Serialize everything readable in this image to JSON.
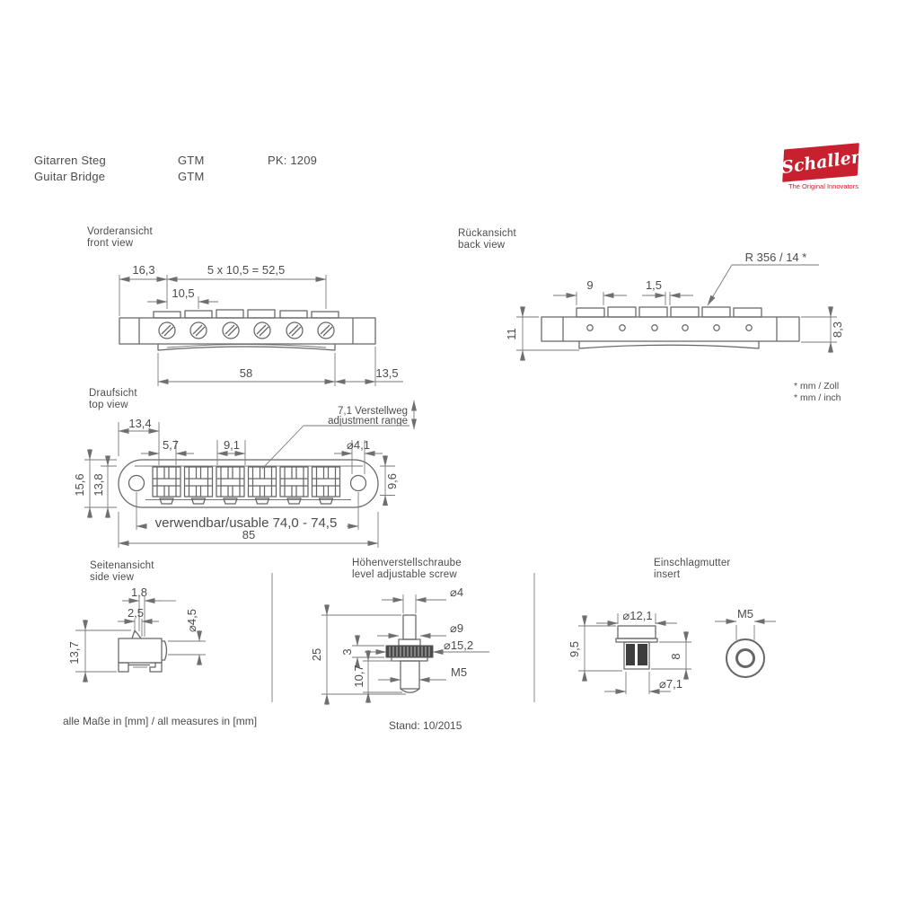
{
  "header": {
    "title_de": "Gitarren Steg",
    "title_en": "Guitar Bridge",
    "model_de": "GTM",
    "model_en": "GTM",
    "pk": "PK: 1209"
  },
  "logo": {
    "brand": "Schaller",
    "tagline": "The Original Innovators",
    "brand_red": "#c8202f"
  },
  "front": {
    "label_de": "Vorderansicht",
    "label_en": "front view",
    "dim_offset": "16,3",
    "dim_pitch_total": "5 x 10,5 = 52,5",
    "dim_pitch": "10,5",
    "dim_base": "58",
    "dim_tail": "13,5"
  },
  "back": {
    "label_de": "Rückansicht",
    "label_en": "back view",
    "dim_saddle": "9",
    "dim_gap": "1,5",
    "dim_radius": "R 356 / 14 *",
    "dim_height_left": "11",
    "dim_height_right": "8,3",
    "footnote_de": "* mm / Zoll",
    "footnote_en": "* mm / inch"
  },
  "top": {
    "label_de": "Draufsicht",
    "label_en": "top view",
    "dim_end": "13,4",
    "dim_screw": "5,7",
    "dim_saddle_w": "9,1",
    "dim_hole": "⌀4,1",
    "dim_width_outer": "15,6",
    "dim_width_inner": "13,8",
    "dim_width_right": "9,6",
    "dim_usable": "verwendbar/usable 74,0 - 74,5",
    "dim_length": "85",
    "adjust_de": "7,1 Verstellweg",
    "adjust_en": "adjustment range"
  },
  "side": {
    "label_de": "Seitenansicht",
    "label_en": "side view",
    "dim_18": "1,8",
    "dim_25": "2,5",
    "dim_dia": "⌀4,5",
    "dim_height": "13,7"
  },
  "screw": {
    "label_de": "Höhenverstellschraube",
    "label_en": "level adjustable screw",
    "dim_dia4": "⌀4",
    "dim_dia9": "⌀9",
    "dim_dia152": "⌀15,2",
    "dim_thread": "M5",
    "dim_len": "25",
    "dim_disc": "3",
    "dim_lower": "10,7"
  },
  "insert": {
    "label_de": "Einschlagmutter",
    "label_en": "insert",
    "dim_dia121": "⌀12,1",
    "dim_h95": "9,5",
    "dim_h8": "8",
    "dim_dia71": "⌀7,1",
    "dim_thread": "M5"
  },
  "footer": {
    "measures": "alle Maße in [mm] / all measures in [mm]",
    "stand": "Stand: 10/2015"
  }
}
